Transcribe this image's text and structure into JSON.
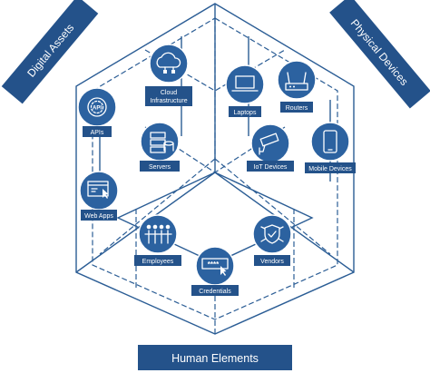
{
  "banners": {
    "digital": "Digital Assets",
    "physical": "Physical Devices",
    "human": "Human Elements"
  },
  "nodes": {
    "cloud": "Cloud",
    "cloud2": "Infrastructure",
    "laptops": "Laptops",
    "routers": "Routers",
    "apis": "APIs",
    "api_badge": "API",
    "servers": "Servers",
    "iot": "IoT Devices",
    "mobile": "Mobile Devices",
    "webapps": "Web Apps",
    "employees": "Employees",
    "vendors": "Vendors",
    "credentials": "Credentials",
    "cred_mask": "****"
  },
  "colors": {
    "primary": "#2c62a0",
    "dark": "#24528a",
    "line": "#2b5d95",
    "background": "#ffffff"
  },
  "icons": {
    "cloud": "cloud-network-icon",
    "laptops": "laptop-icon",
    "routers": "router-icon",
    "apis": "api-gear-icon",
    "servers": "server-database-icon",
    "iot": "security-camera-icon",
    "mobile": "mobile-phone-icon",
    "webapps": "web-app-window-icon",
    "employees": "people-group-icon",
    "vendors": "shield-network-icon",
    "credentials": "password-cursor-icon"
  }
}
